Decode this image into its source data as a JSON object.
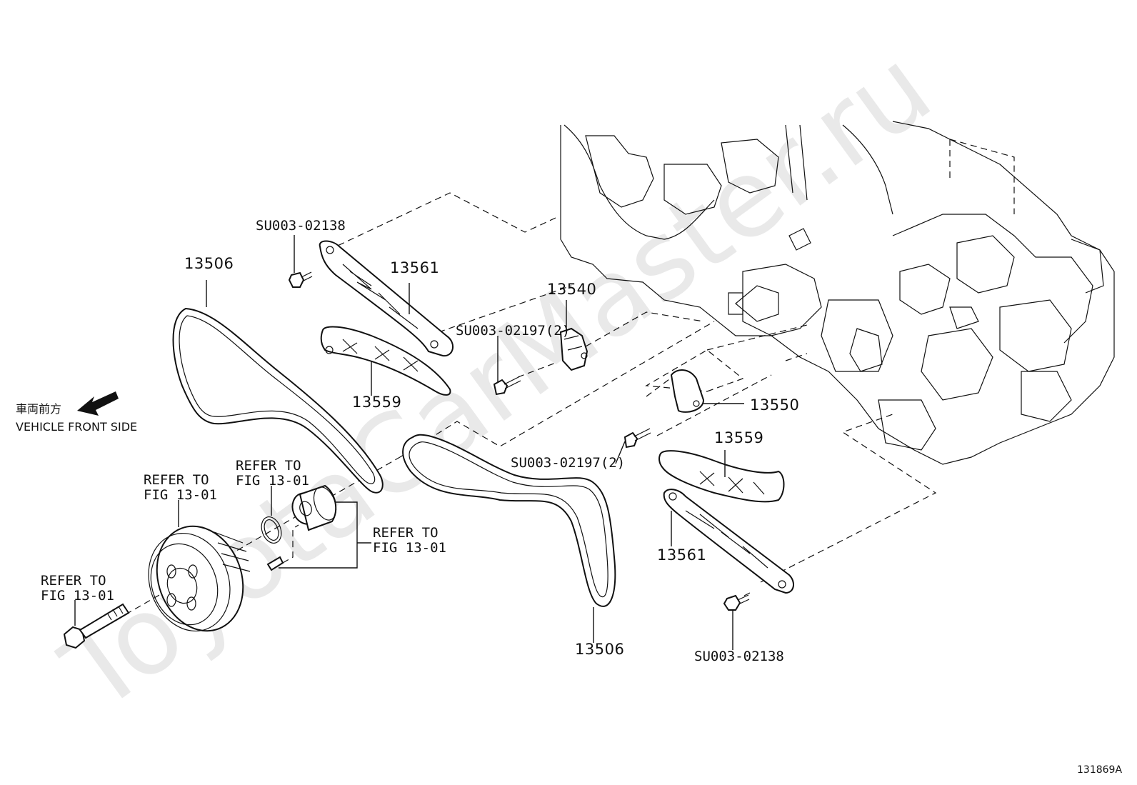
{
  "watermark": "ToyotaCarMaster.ru",
  "direction": {
    "jp": "車両前方",
    "en": "VEHICLE FRONT SIDE"
  },
  "figure_id": "131869A",
  "callouts": {
    "p13506_top": "13506",
    "p13506_bottom": "13506",
    "p13561_top": "13561",
    "p13561_bottom": "13561",
    "p13559_top": "13559",
    "p13559_right": "13559",
    "p13540": "13540",
    "p13550": "13550",
    "su_02138_top": "SU003-02138",
    "su_02138_bottom": "SU003-02138",
    "su_02197_top": "SU003-02197(2)",
    "su_02197_mid": "SU003-02197(2)"
  },
  "refer": {
    "pulley": [
      "REFER TO",
      "FIG 13-01"
    ],
    "oring": [
      "REFER TO",
      "FIG 13-01"
    ],
    "idler": [
      "REFER TO",
      "FIG 13-01"
    ],
    "bolt": [
      "REFER TO",
      "FIG 13-01"
    ]
  }
}
